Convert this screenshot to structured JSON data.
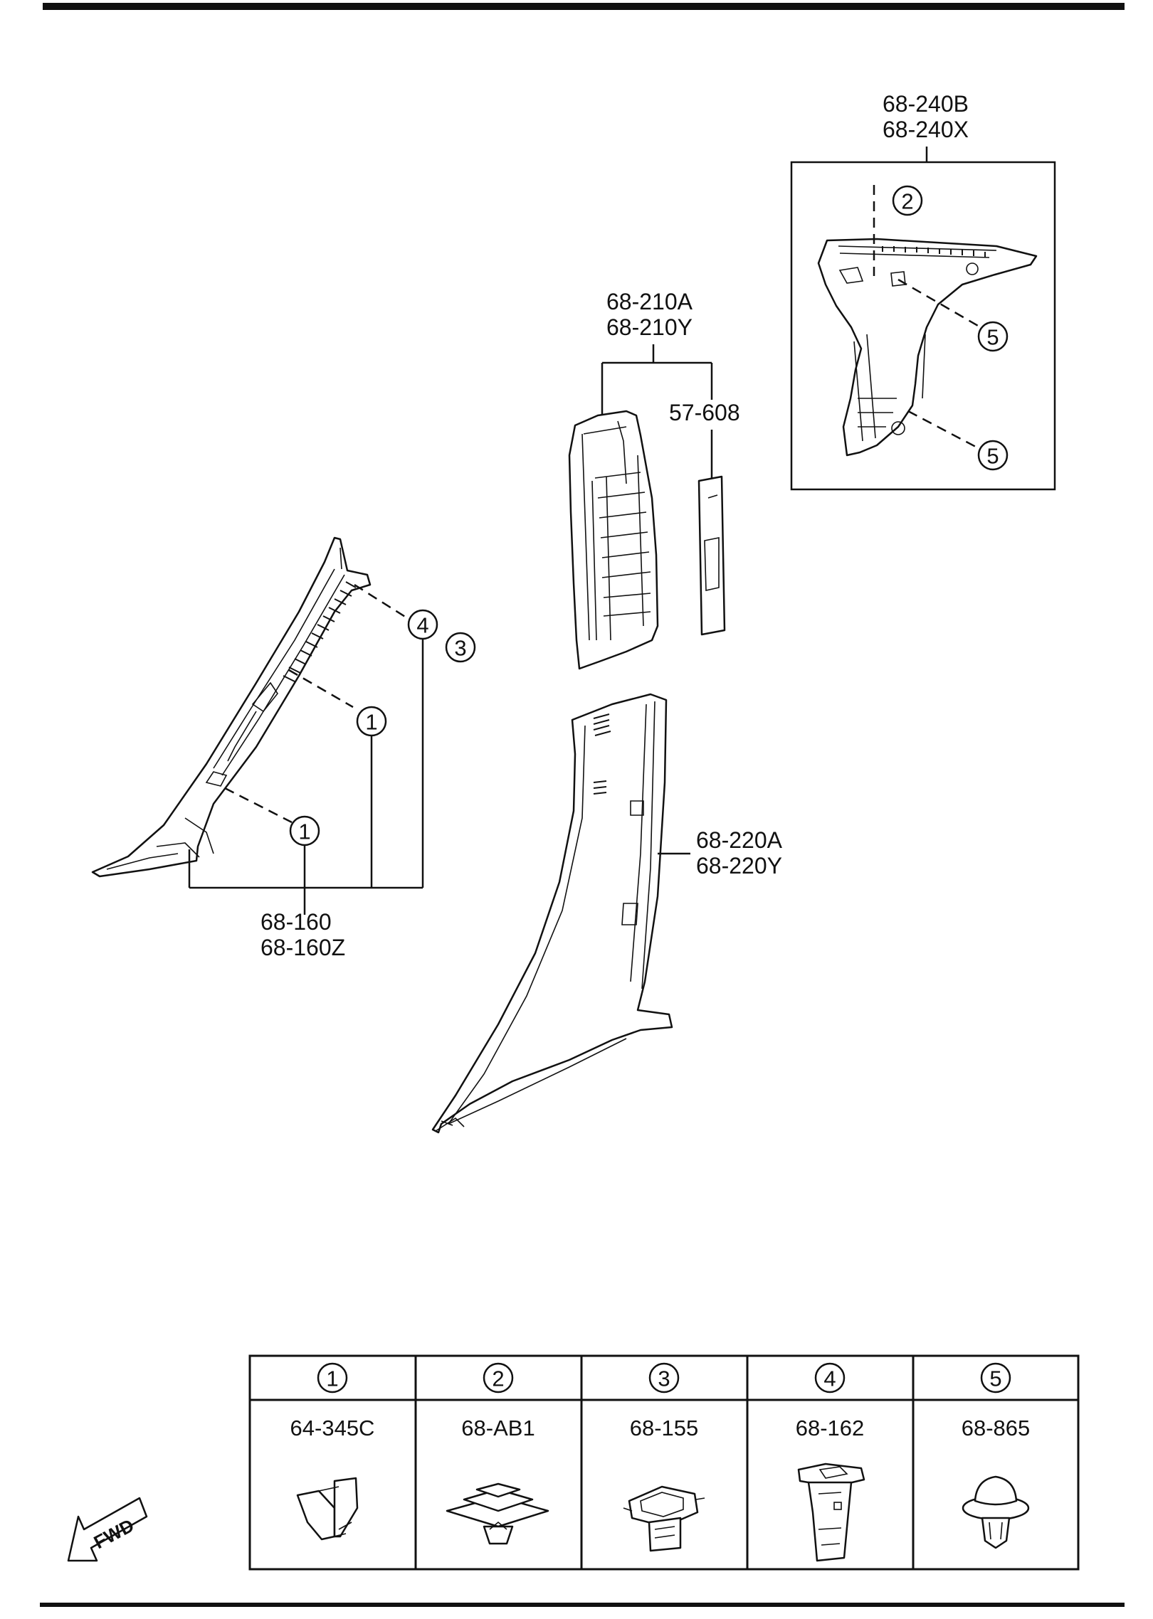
{
  "callouts": {
    "rear_trim_codes": [
      "68-240B",
      "68-240X"
    ],
    "upper_pillar_codes": [
      "68-210A",
      "68-210Y"
    ],
    "seal_code": "57-608",
    "front_pillar_codes": [
      "68-160",
      "68-160Z"
    ],
    "center_pillar_codes": [
      "68-220A",
      "68-220Y"
    ]
  },
  "markers": {
    "m1": "1",
    "m2": "2",
    "m3": "3",
    "m4": "4",
    "m5": "5"
  },
  "fastener_table": [
    {
      "number": "1",
      "part": "64-345C"
    },
    {
      "number": "2",
      "part": "68-AB1"
    },
    {
      "number": "3",
      "part": "68-155"
    },
    {
      "number": "4",
      "part": "68-162"
    },
    {
      "number": "5",
      "part": "68-865"
    }
  ],
  "direction_badge": "FWD"
}
